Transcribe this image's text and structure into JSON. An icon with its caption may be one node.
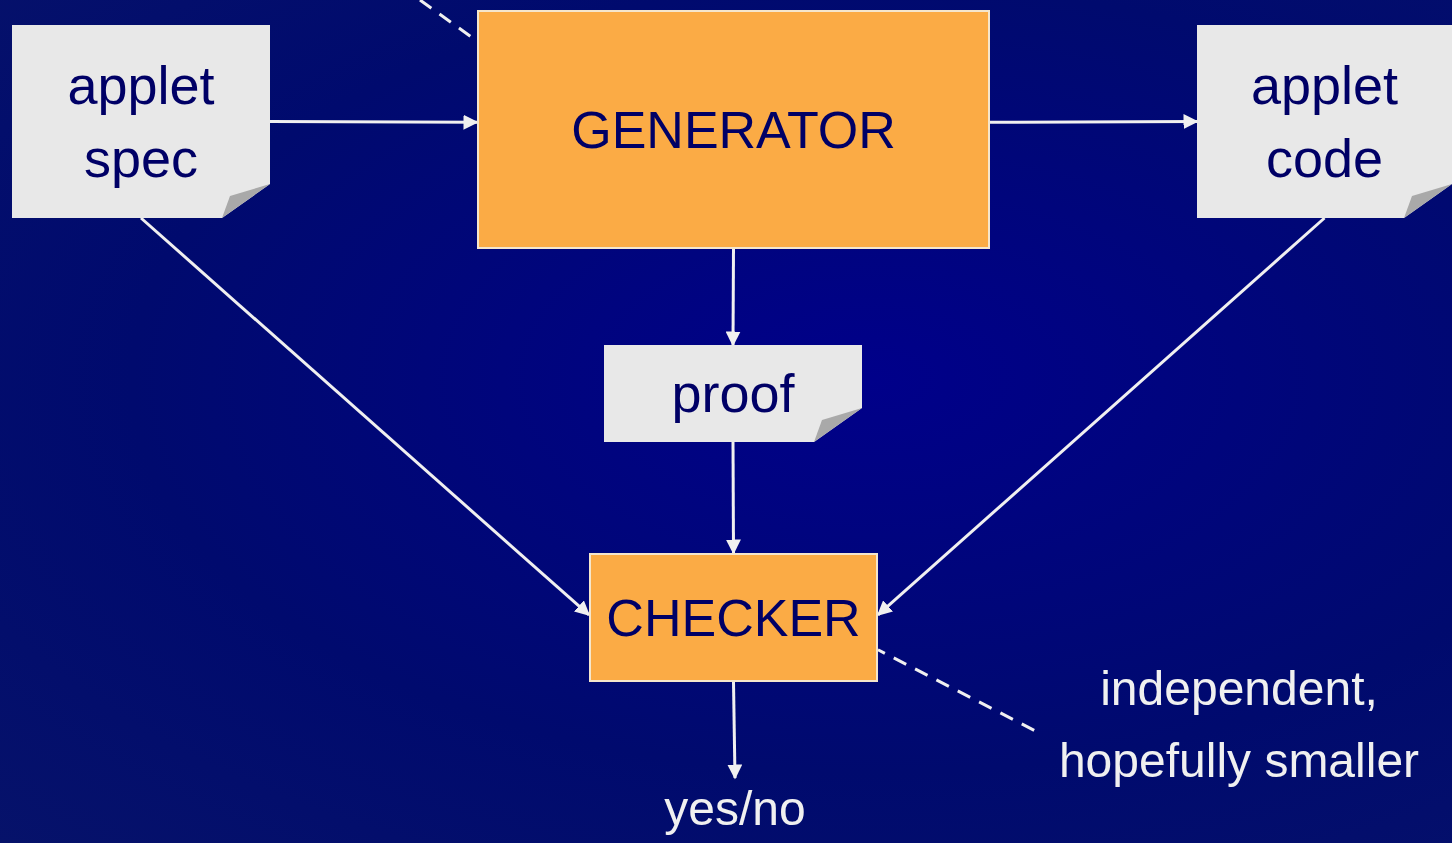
{
  "diagram": {
    "nodes": [
      {
        "text": [
          "applet spec"
        ]
      },
      {
        "text": [
          "GENERATOR"
        ]
      },
      {
        "text": [
          "applet code"
        ]
      },
      {
        "text": [
          "proof"
        ]
      },
      {
        "text": [
          "CHECKER"
        ]
      },
      {
        "text": [
          "yes/no"
        ]
      },
      {
        "text": [
          "independent, hopefully smaller"
        ]
      }
    ],
    "edges": [
      {
        "from": 0,
        "to": 1,
        "arrow": "to"
      },
      {
        "from": 1,
        "to": 2,
        "arrow": "to"
      },
      {
        "from": 1,
        "to": 3,
        "arrow": "to"
      },
      {
        "from": 3,
        "to": 4,
        "arrow": "to"
      },
      {
        "from": 0,
        "to": 4,
        "arrow": "to"
      },
      {
        "from": 2,
        "to": 4,
        "arrow": "to"
      },
      {
        "from": 4,
        "to": 5,
        "arrow": "to"
      },
      {
        "from": 6,
        "to": 4,
        "arrow": "none",
        "style": "dashed"
      },
      {
        "from": null,
        "to": 1,
        "arrow": "none",
        "style": "dashed"
      }
    ]
  }
}
